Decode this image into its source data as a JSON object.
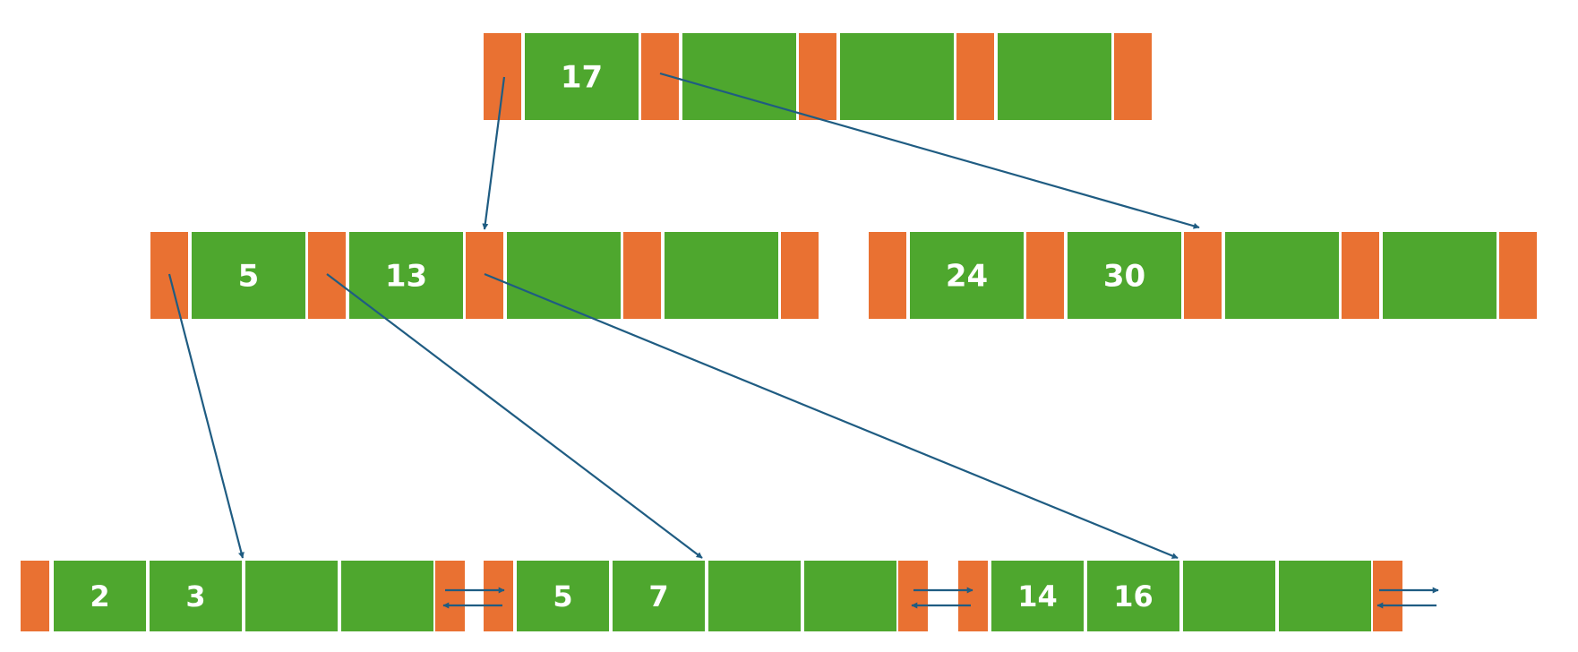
{
  "colors": {
    "pointer": "#E97132",
    "key": "#4EA72E",
    "arrow": "#1F5C82",
    "text": "#FFFFFF"
  },
  "nodes": {
    "root": {
      "keys": [
        "17",
        "",
        "",
        ""
      ]
    },
    "inner_left": {
      "keys": [
        "5",
        "13",
        "",
        ""
      ]
    },
    "inner_right": {
      "keys": [
        "24",
        "30",
        "",
        ""
      ]
    },
    "leaf_1": {
      "keys": [
        "2",
        "3",
        "",
        ""
      ]
    },
    "leaf_2": {
      "keys": [
        "5",
        "7",
        "",
        ""
      ]
    },
    "leaf_3": {
      "keys": [
        "14",
        "16",
        "",
        ""
      ]
    }
  }
}
